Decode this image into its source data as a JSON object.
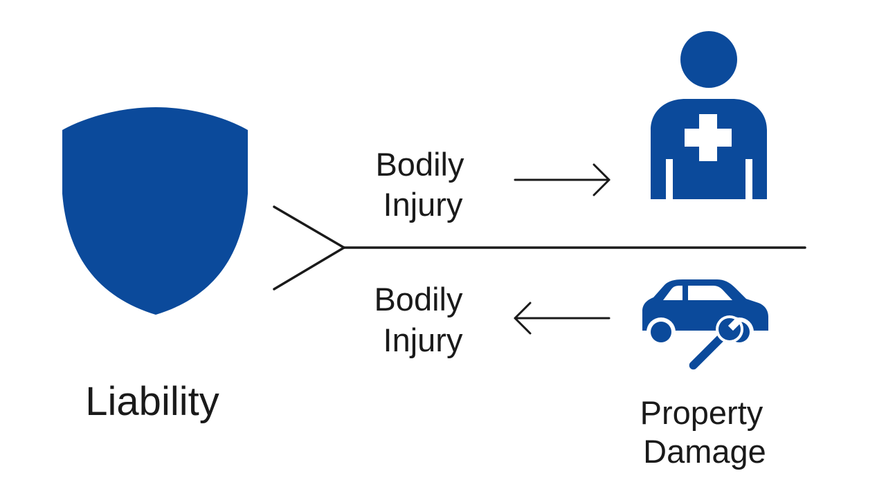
{
  "colors": {
    "icon_blue": "#0b4a9b",
    "line": "#1a1a1a",
    "text": "#1a1a1a",
    "background": "#ffffff"
  },
  "shield": {
    "icon": "shield-icon",
    "label": "Liability"
  },
  "upper_branch": {
    "label_line1": "Bodily",
    "label_line2": "Injury",
    "arrow_direction": "right",
    "icon": "person-medical-cross-icon"
  },
  "lower_branch": {
    "label_line1": "Bodily",
    "label_line2": "Injury",
    "arrow_direction": "left",
    "icon": "car-wrench-icon",
    "icon_label_line1": "Property",
    "icon_label_line2": "Damage"
  }
}
